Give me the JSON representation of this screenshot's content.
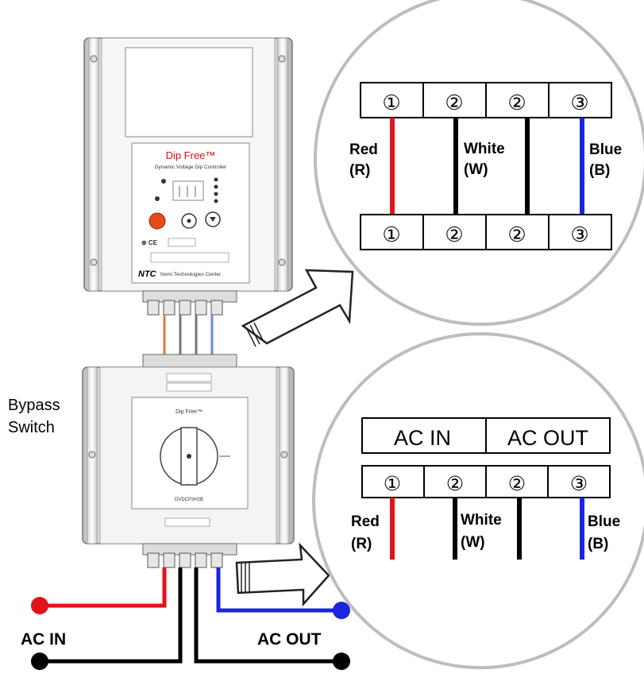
{
  "device": {
    "brand_title": "Dip Free™",
    "subtitle": "Dynamic Voltage Dip Controller",
    "logo": "NTC",
    "company": "Nomi Technologies Center"
  },
  "bypass": {
    "label_line1": "Bypass",
    "label_line2": "Switch",
    "brand_title": "Dip Free™"
  },
  "top_detail": {
    "terminals": [
      "①",
      "②",
      "②",
      "③"
    ],
    "wires": [
      {
        "name": "Red",
        "code": "(R)",
        "color": "#e0141a"
      },
      {
        "name": "White",
        "code": "(W)",
        "color": "#000000"
      },
      {
        "name": "Blue",
        "code": "(B)",
        "color": "#1b24e0"
      }
    ]
  },
  "bottom_detail": {
    "headers": [
      "AC IN",
      "AC OUT"
    ],
    "terminals": [
      "①",
      "②",
      "②",
      "③"
    ],
    "wires": [
      {
        "name": "Red",
        "code": "(R)",
        "color": "#e0141a"
      },
      {
        "name": "White",
        "code": "(W)",
        "color": "#000000"
      },
      {
        "name": "Blue",
        "code": "(B)",
        "color": "#1b24e0"
      }
    ]
  },
  "external": {
    "ac_in": "AC IN",
    "ac_out": "AC OUT"
  },
  "colors": {
    "red": "#e0141a",
    "blue": "#1b24e0",
    "black": "#000000",
    "orange_button": "#e84a1c"
  }
}
